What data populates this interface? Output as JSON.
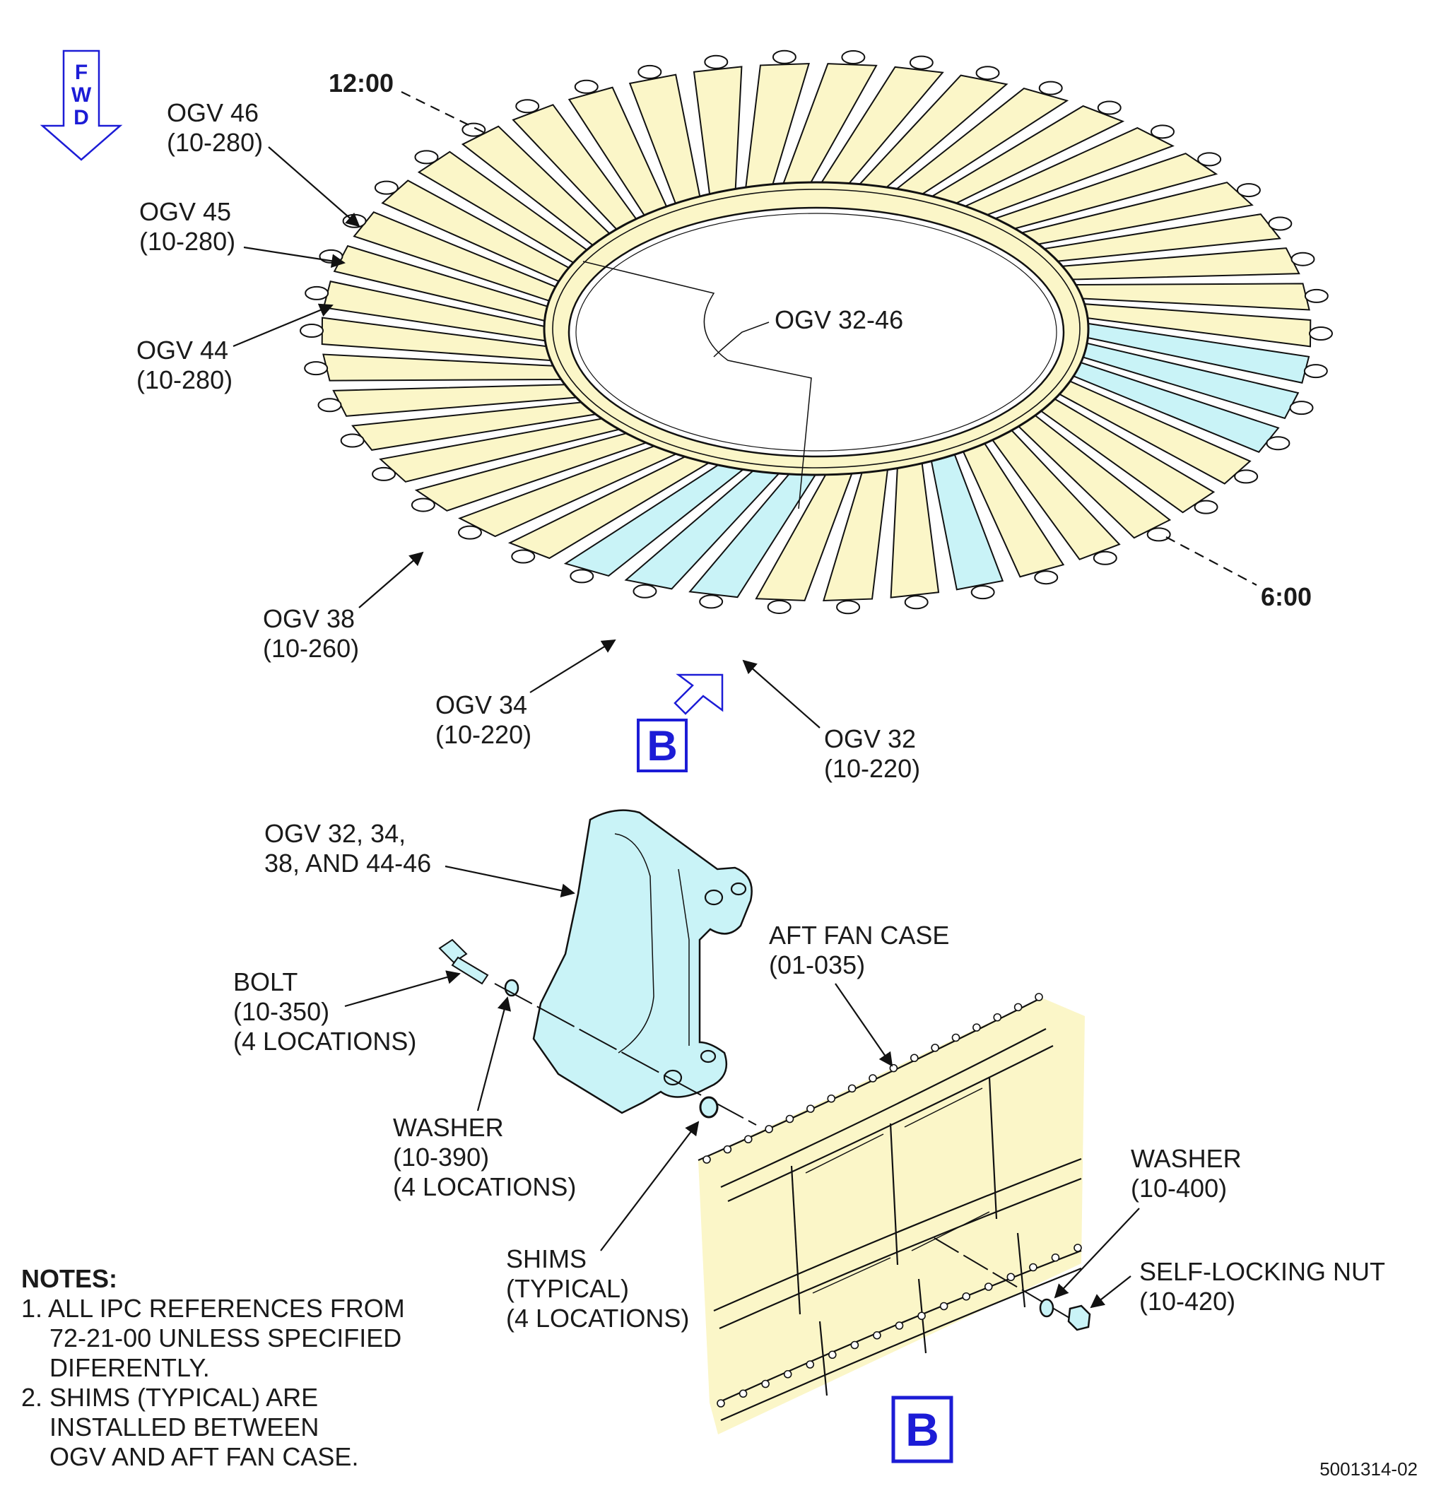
{
  "fwd": {
    "letters": [
      "F",
      "W",
      "D"
    ]
  },
  "clock": {
    "top": "12:00",
    "bottom": "6:00"
  },
  "ring_labels": {
    "ogv46": [
      "OGV 46",
      "(10-280)"
    ],
    "ogv45": [
      "OGV 45",
      "(10-280)"
    ],
    "ogv44": [
      "OGV 44",
      "(10-280)"
    ],
    "ogv38": [
      "OGV 38",
      "(10-260)"
    ],
    "ogv34": [
      "OGV 34",
      "(10-220)"
    ],
    "ogv32": [
      "OGV 32",
      "(10-220)"
    ],
    "ogv_range": "OGV 32-46"
  },
  "view_ref": "B",
  "detail_labels": {
    "ogv_group": [
      "OGV 32, 34,",
      "38, AND 44-46"
    ],
    "aft_fan_case": [
      "AFT  FAN CASE",
      "(01-035)"
    ],
    "bolt": [
      "BOLT",
      "(10-350)",
      "(4 LOCATIONS)"
    ],
    "washer_390": [
      "WASHER",
      "(10-390)",
      "(4 LOCATIONS)"
    ],
    "washer_400": [
      "WASHER",
      "(10-400)"
    ],
    "nut": [
      "SELF-LOCKING NUT",
      "(10-420)"
    ],
    "shims": [
      "SHIMS",
      "(TYPICAL)",
      "(4 LOCATIONS)"
    ]
  },
  "notes": {
    "title": "NOTES:",
    "lines": [
      "1. ALL IPC REFERENCES FROM",
      "72-21-00 UNLESS SPECIFIED",
      "DIFERENTLY.",
      "2. SHIMS (TYPICAL) ARE",
      "INSTALLED BETWEEN",
      "OGV AND AFT FAN CASE."
    ]
  },
  "figure_number": "5001314-02",
  "colors": {
    "vane_cream": "#fbf6c8",
    "vane_highlight": "#c9f3f7",
    "callout_blue": "#1c1cd6",
    "line": "#111111"
  }
}
